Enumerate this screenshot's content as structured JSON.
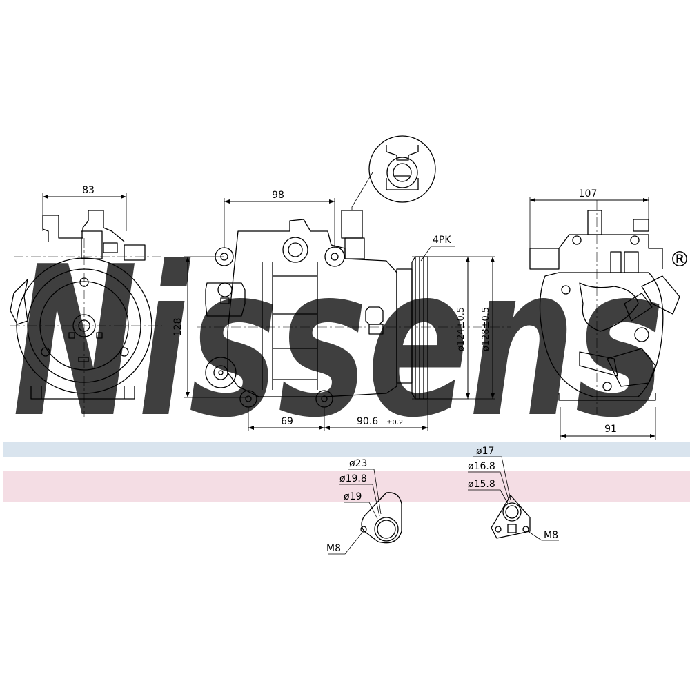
{
  "watermark": {
    "text": "Nissens",
    "registered": "®",
    "color": "#c9d7e6"
  },
  "bands": {
    "blue": "#d9e4ee",
    "pink": "#f4dde4"
  },
  "dimensions": {
    "front_width": "83",
    "side_top_width": "98",
    "side_height": "128",
    "side_bottom_left": "69",
    "side_bottom_right": "90.6",
    "side_bottom_right_tol": "±0.2",
    "pulley_inner_dia": "ø124±0.5",
    "pulley_outer_dia": "ø128±0.5",
    "pulley_type": "4PK",
    "rear_top_width": "107",
    "rear_bottom_width": "91"
  },
  "port_left": {
    "d1": "ø23",
    "d2": "ø19.8",
    "d3": "ø19",
    "thread": "M8"
  },
  "port_right": {
    "d1": "ø17",
    "d2": "ø16.8",
    "d3": "ø15.8",
    "thread": "M8"
  }
}
